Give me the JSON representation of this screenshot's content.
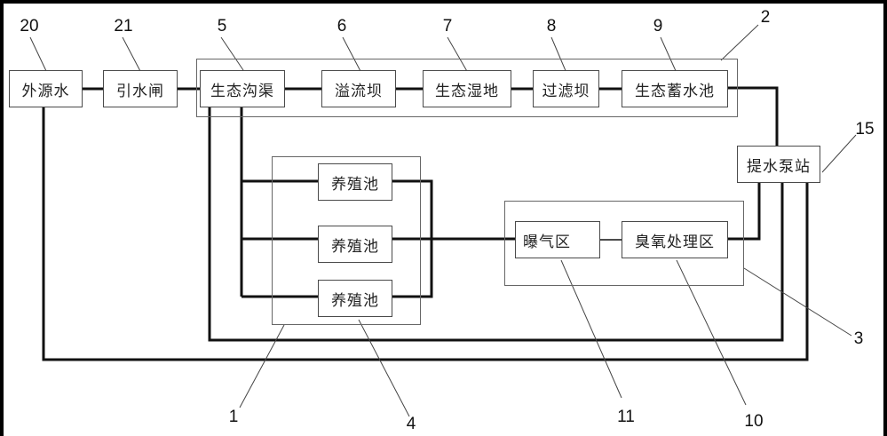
{
  "diagram": {
    "nodes": {
      "external_water": "外源水",
      "intake_gate": "引水闸",
      "eco_ditch": "生态沟渠",
      "overflow_dam": "溢流坝",
      "eco_wetland": "生态湿地",
      "filter_dam": "过滤坝",
      "eco_reservoir": "生态蓄水池",
      "pump_station": "提水泵站",
      "pond_1": "养殖池",
      "pond_2": "养殖池",
      "pond_3": "养殖池",
      "aeration_zone": "曝气区",
      "ozone_zone": "臭氧处理区"
    },
    "references": {
      "external_water": "20",
      "intake_gate": "21",
      "eco_ditch": "5",
      "overflow_dam": "6",
      "eco_wetland": "7",
      "filter_dam": "8",
      "eco_reservoir": "9",
      "purification_group": "2",
      "pump_station": "15",
      "treatment_group": "3",
      "aquaculture_group": "1",
      "pond": "4",
      "aeration_zone": "11",
      "ozone_zone": "10"
    }
  }
}
